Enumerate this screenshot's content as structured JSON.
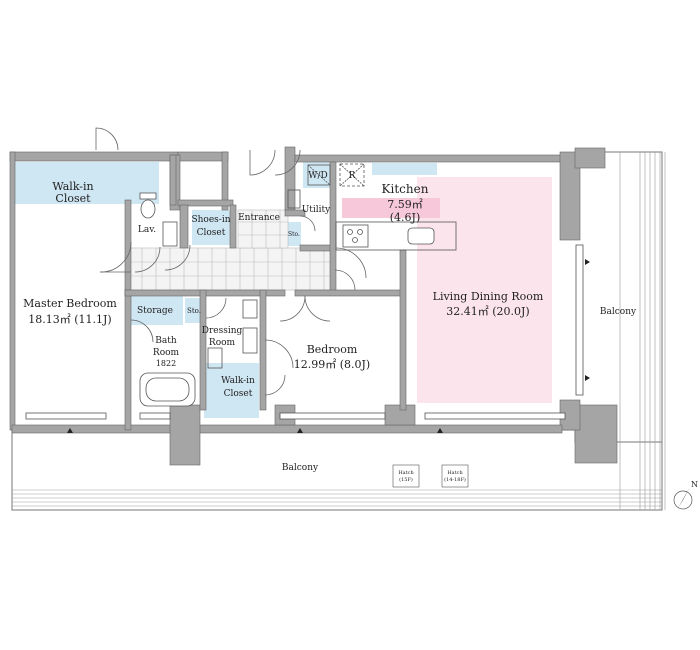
{
  "rooms": {
    "master_bedroom": {
      "name": "Master Bedroom",
      "area": "18.13㎡ (11.1J)"
    },
    "walk_in_closet_1": {
      "line1": "Walk-in",
      "line2": "Closet"
    },
    "lavatory": {
      "name": "Lav."
    },
    "shoes_in_closet": {
      "line1": "Shoes-in",
      "line2": "Closet"
    },
    "entrance": {
      "name": "Entrance"
    },
    "utility": {
      "name": "Utility"
    },
    "washer_dryer": {
      "name": "W/D"
    },
    "refrigerator": {
      "name": "R"
    },
    "sto_small_1": {
      "name": "Sto."
    },
    "sto_small_2": {
      "name": "Sto."
    },
    "kitchen": {
      "name": "Kitchen",
      "area": "7.59㎡",
      "tatami": "(4.6J)"
    },
    "living_dining": {
      "name": "Living Dining Room",
      "area": "32.41㎡ (20.0J)"
    },
    "storage": {
      "name": "Storage"
    },
    "dressing_room": {
      "line1": "Dressing",
      "line2": "Room"
    },
    "bath_room": {
      "line1": "Bath",
      "line2": "Room",
      "size": "1822"
    },
    "bedroom": {
      "name": "Bedroom",
      "area": "12.99㎡ (8.0J)"
    },
    "walk_in_closet_2": {
      "line1": "Walk-in",
      "line2": "Closet"
    },
    "balcony_side": {
      "name": "Balcony"
    },
    "balcony_bottom": {
      "name": "Balcony"
    }
  },
  "hatches": [
    {
      "line1": "Hatch",
      "line2": "(15F)"
    },
    {
      "line1": "Hatch",
      "line2": "(14-18F)"
    }
  ],
  "north_arrow": {
    "label": "N"
  },
  "colors": {
    "wall": "#a5a5a5",
    "closet": "#cfe6f3",
    "living_highlight": "#fbe4ec",
    "line": "#555555"
  }
}
